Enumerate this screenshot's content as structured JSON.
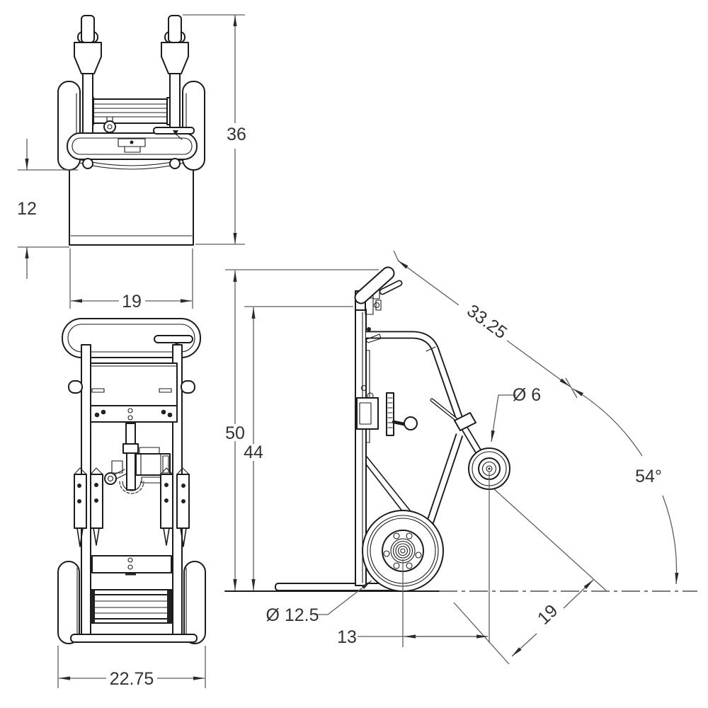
{
  "drawing": {
    "top_view": {
      "overall_height_label": "36",
      "drum_offset_label": "12",
      "drum_width_label": "19"
    },
    "front_view": {
      "overall_width_label": "22.75"
    },
    "side_view": {
      "overall_height_label": "50",
      "frame_height_label": "44",
      "handle_reach_label": "33.25",
      "caster_diameter_label": "Ø 6",
      "tilt_angle_label": "54°",
      "wheel_diameter_label": "Ø 12.5",
      "wheel_to_caster_label": "13",
      "base_diagonal_label": "19"
    }
  },
  "colors": {
    "line": "#1c1c1c",
    "dimension_line": "#5e5e5e",
    "text": "#333333",
    "background": "#ffffff"
  }
}
